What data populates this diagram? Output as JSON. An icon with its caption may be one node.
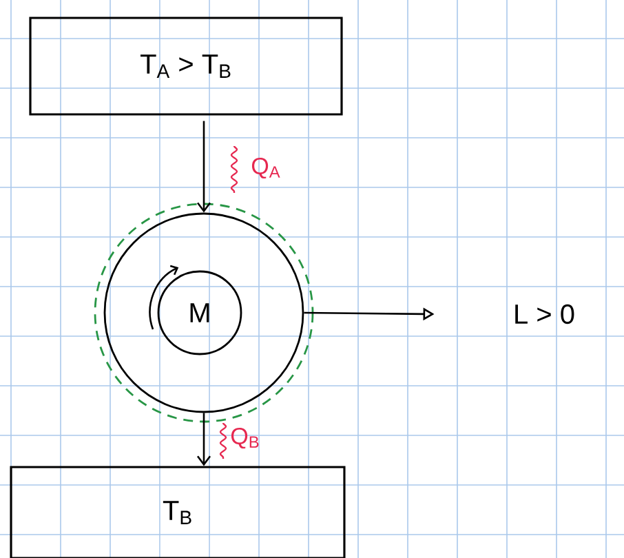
{
  "diagram": {
    "nodes": [
      {
        "text": [
          "T$_{A}$ > T$_{B}$"
        ]
      },
      {
        "text": [],
        "shape": "circle"
      },
      {
        "text": [
          "M"
        ],
        "in": 1
      },
      {
        "text": [
          "T$_{B}$"
        ]
      },
      {
        "text": [
          "L > 0"
        ]
      }
    ],
    "edges": [
      {
        "from": 0,
        "to": 1,
        "arrow": "to",
        "label": "Q$_{A}$"
      },
      {
        "from": 1,
        "to": 3,
        "arrow": "to",
        "label": "Q$_{B}$"
      },
      {
        "from": 1,
        "to": 4,
        "arrow": "to"
      }
    ]
  }
}
